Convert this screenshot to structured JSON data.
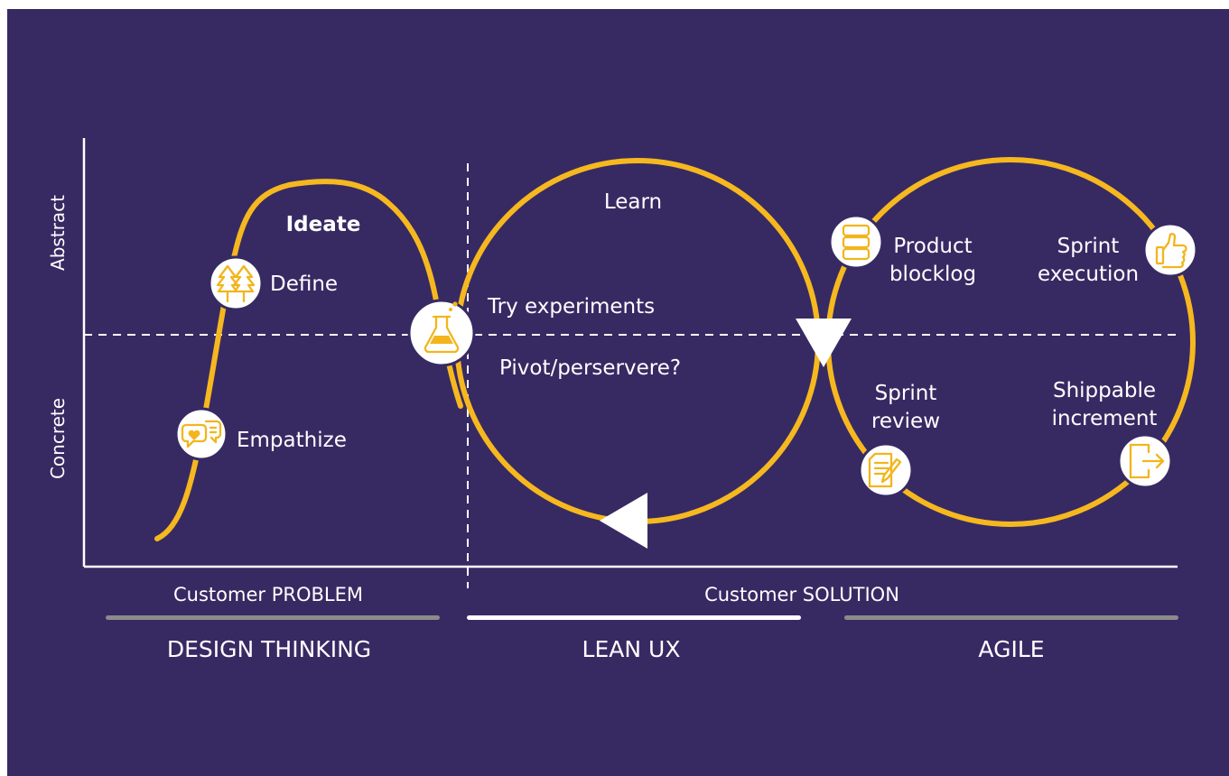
{
  "axes": {
    "y_top": "Abstract",
    "y_bottom": "Concrete",
    "x_left": "Customer PROBLEM",
    "x_right": "Customer SOLUTION"
  },
  "design_thinking": {
    "stages": [
      "Empathize",
      "Define",
      "Ideate"
    ],
    "title": "DESIGN THINKING"
  },
  "lean_ux": {
    "learn": "Learn",
    "try": "Try experiments",
    "pivot": "Pivot/perservere?",
    "title": "LEAN UX"
  },
  "agile": {
    "product_l1": "Product",
    "product_l2": "blocklog",
    "execution_l1": "Sprint",
    "execution_l2": "execution",
    "review_l1": "Sprint",
    "review_l2": "review",
    "increment_l1": "Shippable",
    "increment_l2": "increment",
    "title": "AGILE"
  },
  "icons": [
    "chat-heart-icon",
    "trees-icon",
    "flask-icon",
    "list-stack-icon",
    "thumbs-up-icon",
    "document-pen-icon",
    "exit-arrow-icon"
  ],
  "colors": {
    "background": "#372a63",
    "accent": "#f6b81f",
    "line": "#ffffff",
    "inactive_bar": "#8b8b8b"
  }
}
